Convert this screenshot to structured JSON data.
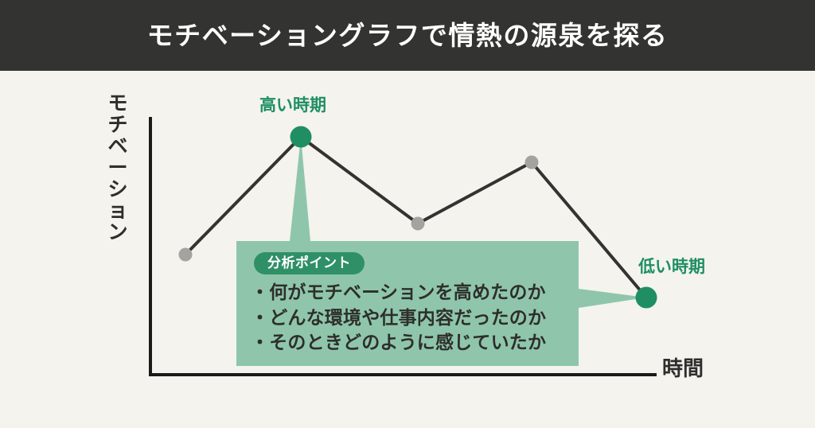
{
  "header": {
    "title": "モチベーショングラフで情熱の源泉を探る",
    "background_color": "#333331",
    "text_color": "#ffffff"
  },
  "page": {
    "background_color": "#f4f3ee"
  },
  "axes": {
    "y_label": "モチベーション",
    "x_label": "時間",
    "line_color": "#1a1a18"
  },
  "annotations": {
    "high": {
      "label": "高い時期",
      "color": "#1f8f63"
    },
    "low": {
      "label": "低い時期",
      "color": "#1f8f63"
    }
  },
  "callout": {
    "badge": "分析ポイント",
    "badge_color": "#2f9068",
    "badge_text_color": "#ffffff",
    "background_color": "#8fc6ab",
    "bullets": [
      "・何がモチベーションを高めたのか",
      "・どんな環境や仕事内容だったのか",
      "・そのときどのように感じていたか"
    ]
  },
  "chart_data": {
    "type": "line",
    "title": "モチベーショングラフで情熱の源泉を探る",
    "xlabel": "時間",
    "ylabel": "モチベーション",
    "grid": false,
    "legend": null,
    "axis_ranges": {
      "x": [
        188,
        825
      ],
      "y": [
        473,
        147
      ]
    },
    "series": [
      {
        "name": "モチベーション",
        "line_color": "#333331",
        "points": [
          {
            "x": 233,
            "y": 320,
            "marker": "gray",
            "radius": 8,
            "color": "#a3a3a0",
            "label": null
          },
          {
            "x": 378,
            "y": 172,
            "marker": "highlight",
            "radius": 13,
            "color": "#1f8f63",
            "label": "高い時期"
          },
          {
            "x": 525,
            "y": 281,
            "marker": "gray",
            "radius": 8,
            "color": "#a3a3a0",
            "label": null
          },
          {
            "x": 668,
            "y": 204,
            "marker": "gray",
            "radius": 8,
            "color": "#a3a3a0",
            "label": null
          },
          {
            "x": 812,
            "y": 374,
            "marker": "highlight",
            "radius": 13,
            "color": "#1f8f63",
            "label": "低い時期"
          }
        ]
      }
    ],
    "connectors": [
      {
        "from_point": 1,
        "to": "callout-top",
        "color": "#8fc6ab"
      },
      {
        "from_point": 4,
        "to": "callout-right",
        "color": "#8fc6ab"
      }
    ]
  }
}
